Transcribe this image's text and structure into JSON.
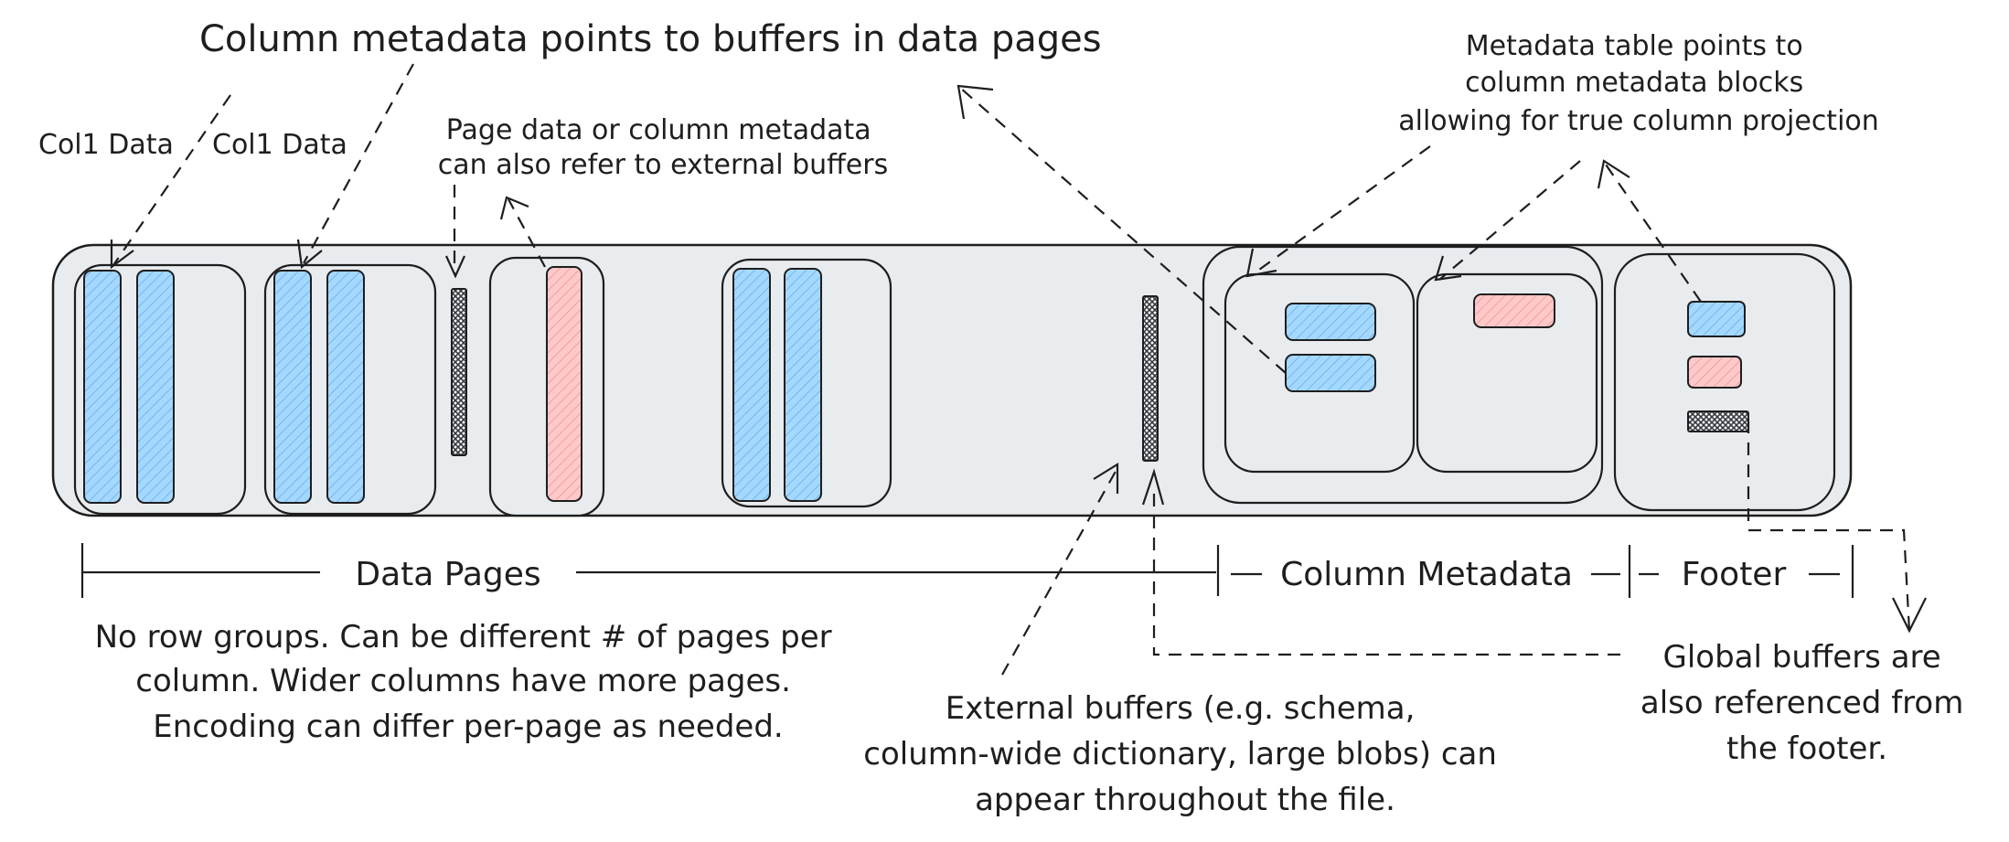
{
  "diagram": {
    "title": "Column metadata points to buffers in data pages",
    "col1_label_a": "Col1 Data",
    "col1_label_b": "Col1 Data",
    "page_data_note": [
      "Page data or column metadata",
      "can also refer to external buffers"
    ],
    "metadata_table_note": [
      "Metadata table points to",
      "column metadata blocks",
      "allowing for true column projection"
    ],
    "sections": {
      "data_pages": "Data Pages",
      "column_metadata": "Column Metadata",
      "footer": "Footer"
    },
    "row_groups_note": [
      "No row groups.  Can be different # of pages per",
      "column.  Wider columns have more pages.",
      "Encoding can differ per-page as needed."
    ],
    "external_buffers_note": [
      "External buffers (e.g. schema,",
      "column-wide dictionary, large blobs) can",
      "appear throughout the file."
    ],
    "global_buffers_note": [
      "Global buffers are",
      "also referenced from",
      "the footer."
    ]
  },
  "colors": {
    "column_buffer_blue": "#a5d8ff",
    "column_buffer_red": "#ffc9c9",
    "external_buffer_hatch": "#495057",
    "page_fill": "#e9ecef",
    "stroke": "#1e1e1e"
  }
}
